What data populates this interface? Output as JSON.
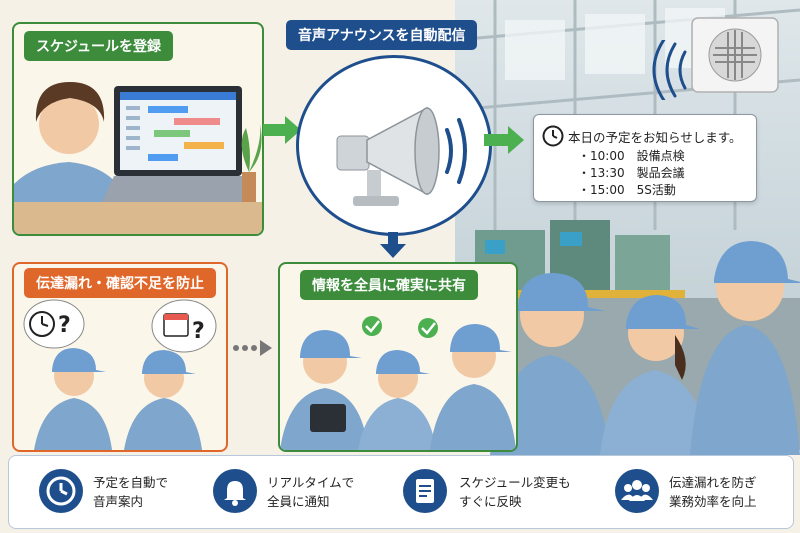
{
  "tags": {
    "register": "スケジュールを登録",
    "announce": "音声アナウンスを自動配信",
    "prevent": "伝達漏れ・確認不足を防止",
    "share": "情報を全員に確実に共有"
  },
  "announcement": {
    "heading": "本日の予定をお知らせします。",
    "items": [
      "・10:00　設備点検",
      "・13:30　製品会議",
      "・15:00　5S活動"
    ]
  },
  "features": [
    {
      "line1": "予定を自動で",
      "line2": "音声案内",
      "icon": "clock-icon"
    },
    {
      "line1": "リアルタイムで",
      "line2": "全員に通知",
      "icon": "bell-icon"
    },
    {
      "line1": "スケジュール変更も",
      "line2": "すぐに反映",
      "icon": "document-icon"
    },
    {
      "line1": "伝達漏れを防ぎ",
      "line2": "業務効率を向上",
      "icon": "team-icon"
    }
  ],
  "colors": {
    "green": "#3c8c3c",
    "navy": "#1e4f8c",
    "orange": "#e0672a",
    "arrow_green": "#4caf50"
  }
}
